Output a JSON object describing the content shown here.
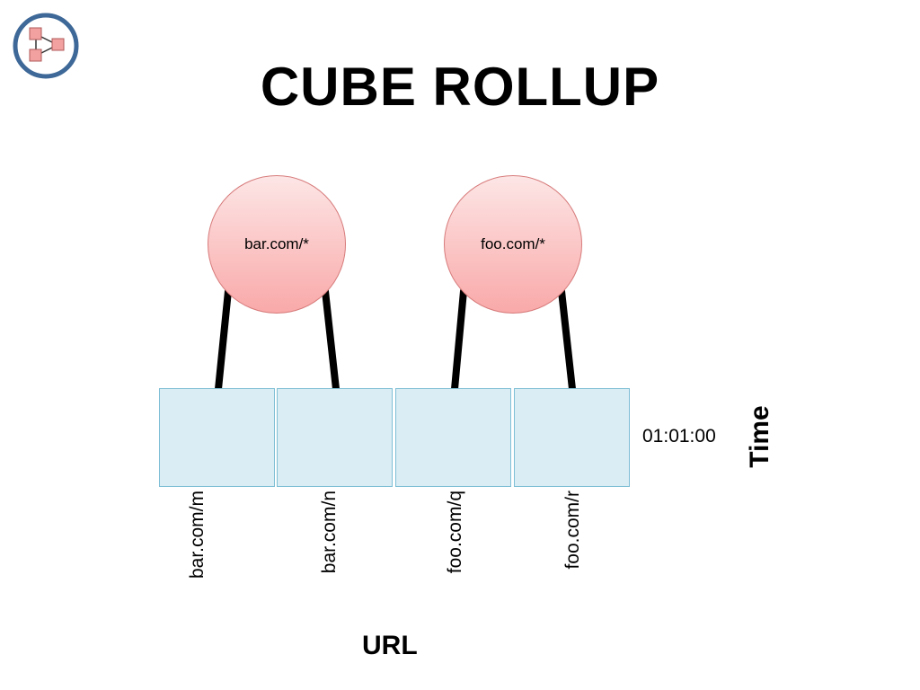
{
  "title": "CUBE ROLLUP",
  "logo": {
    "icon": "cube-network-icon",
    "ring_color": "#3d6897",
    "cube_color": "#f2a0a0"
  },
  "rollup_nodes": [
    {
      "label": "bar.com/*"
    },
    {
      "label": "foo.com/*"
    }
  ],
  "cells": [
    {
      "url": "bar.com/m"
    },
    {
      "url": "bar.com/n"
    },
    {
      "url": "foo.com/q"
    },
    {
      "url": "foo.com/r"
    }
  ],
  "time_value": "01:01:00",
  "axes": {
    "time_label": "Time",
    "url_label": "URL"
  },
  "colors": {
    "cell_fill": "#daecf4",
    "cell_border": "#7fbfd6",
    "node_fill": "#fbc4c4",
    "connector": "#000000"
  }
}
